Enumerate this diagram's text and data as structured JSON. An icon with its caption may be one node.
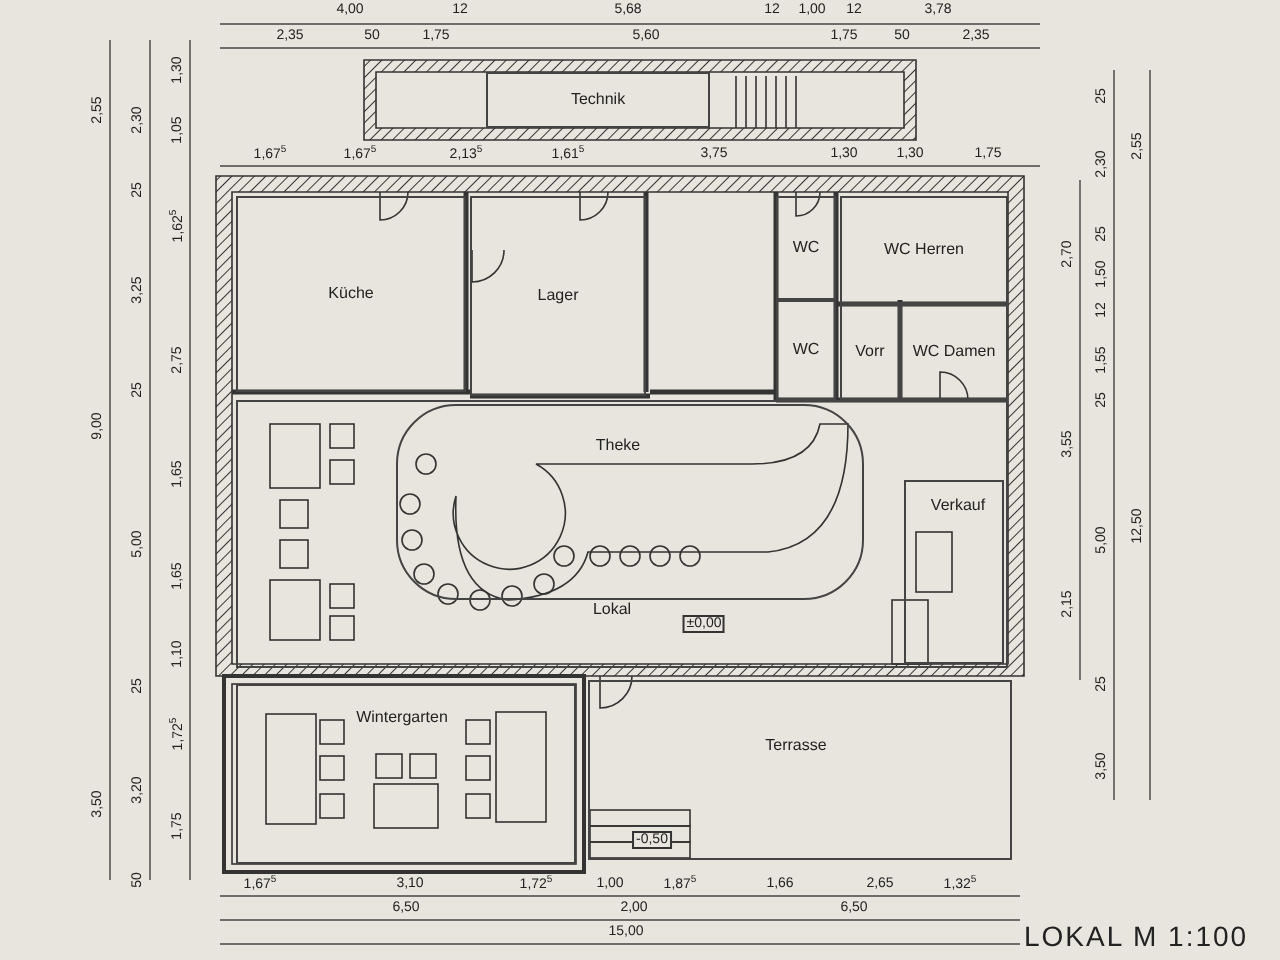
{
  "diagram": {
    "title": "LOKAL M 1:100",
    "nodes": [
      {
        "text": [
          "Technik"
        ]
      },
      {
        "text": [
          "Küche"
        ]
      },
      {
        "text": [
          "Lager"
        ]
      },
      {
        "text": [
          "WC"
        ]
      },
      {
        "text": [
          "WC Herren"
        ]
      },
      {
        "text": [
          "WC"
        ]
      },
      {
        "text": [
          "Vorr"
        ]
      },
      {
        "text": [
          "WC Damen"
        ]
      },
      {
        "text": [
          "Lokal"
        ]
      },
      {
        "text": [
          "Theke"
        ],
        "in": 8
      },
      {
        "text": [
          "Verkauf"
        ],
        "in": 8
      },
      {
        "text": [
          "Wintergarten"
        ]
      },
      {
        "text": [
          "Terrasse"
        ]
      }
    ],
    "labels": [
      "4,00",
      "12",
      "5,68",
      "12",
      "1,00",
      "12",
      "3,78",
      "2,35",
      "50",
      "1,75",
      "5,60",
      "1,75",
      "50",
      "2,35",
      "1,67$^{5}$",
      "1,67$^{5}$",
      "2,13$^{5}$",
      "1,61$^{5}$",
      "3,75",
      "1,30",
      "1,30",
      "1,75",
      "2,55",
      "9,00",
      "3,50",
      "2,30",
      "25",
      "3,25",
      "25",
      "5,00",
      "25",
      "3,20",
      "50",
      "1,30",
      "1,05",
      "1,62$^{5}$",
      "2,75",
      "1,65",
      "1,65",
      "1,10",
      "1,72$^{5}$",
      "1,75",
      "2,70",
      "3,55",
      "2,15",
      "25",
      "2,30",
      "25",
      "1,50",
      "12",
      "1,55",
      "25",
      "5,00",
      "25",
      "3,50",
      "2,55",
      "12,50",
      "±0,00",
      "-0,50",
      "1,67$^{5}$",
      "3,10",
      "1,72$^{5}$",
      "1,00",
      "1,87$^{5}$",
      "1,66",
      "2,65",
      "1,32$^{5}$",
      "6,50",
      "2,00",
      "6,50",
      "15,00"
    ]
  }
}
